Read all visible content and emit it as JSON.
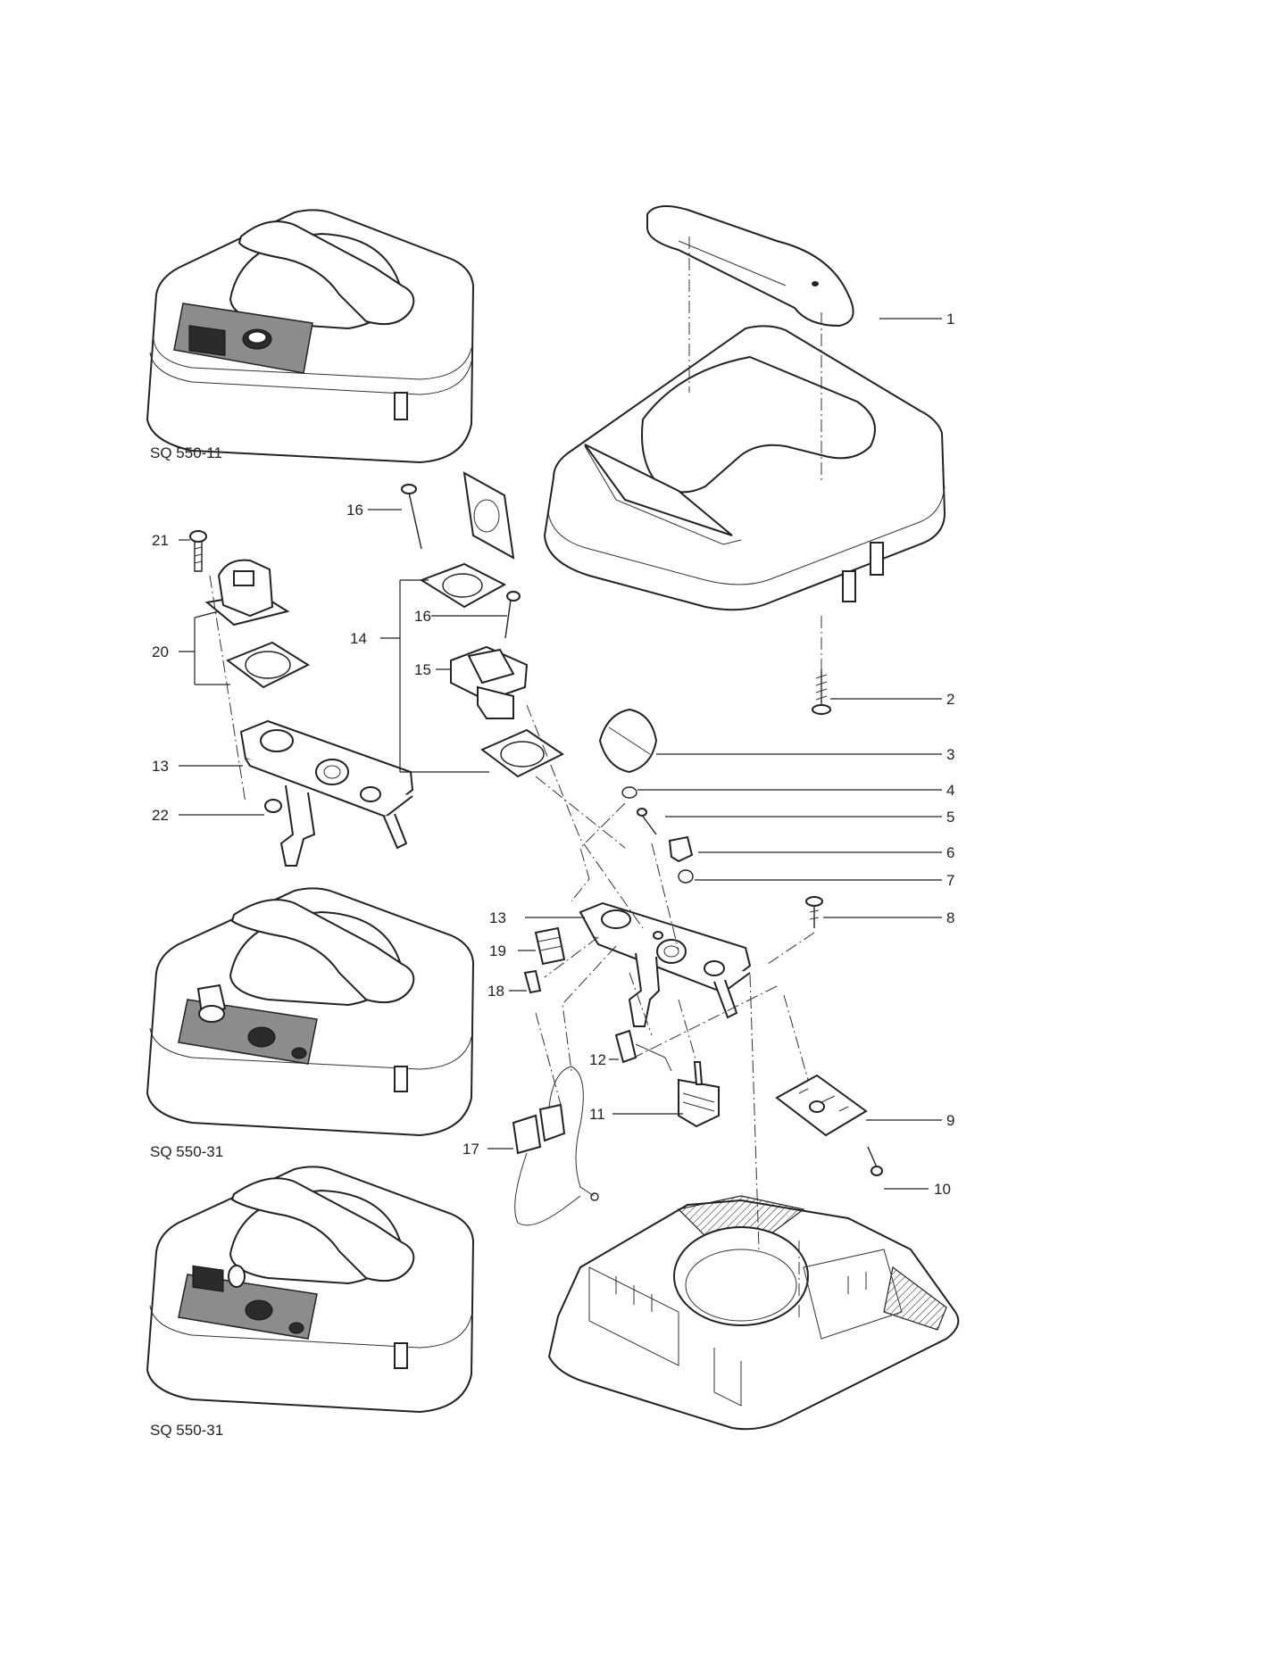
{
  "variants": [
    {
      "label": "SQ 550-11"
    },
    {
      "label": "SQ 550-31"
    },
    {
      "label": "SQ 550-31"
    }
  ],
  "callouts": [
    {
      "num": "1"
    },
    {
      "num": "2"
    },
    {
      "num": "3"
    },
    {
      "num": "4"
    },
    {
      "num": "5"
    },
    {
      "num": "6"
    },
    {
      "num": "7"
    },
    {
      "num": "8"
    },
    {
      "num": "9"
    },
    {
      "num": "10"
    },
    {
      "num": "11"
    },
    {
      "num": "12"
    },
    {
      "num": "13"
    },
    {
      "num": "14"
    },
    {
      "num": "15"
    },
    {
      "num": "16"
    },
    {
      "num": "16"
    },
    {
      "num": "17"
    },
    {
      "num": "18"
    },
    {
      "num": "19"
    },
    {
      "num": "20"
    },
    {
      "num": "21"
    },
    {
      "num": "22"
    },
    {
      "num": "13"
    }
  ]
}
